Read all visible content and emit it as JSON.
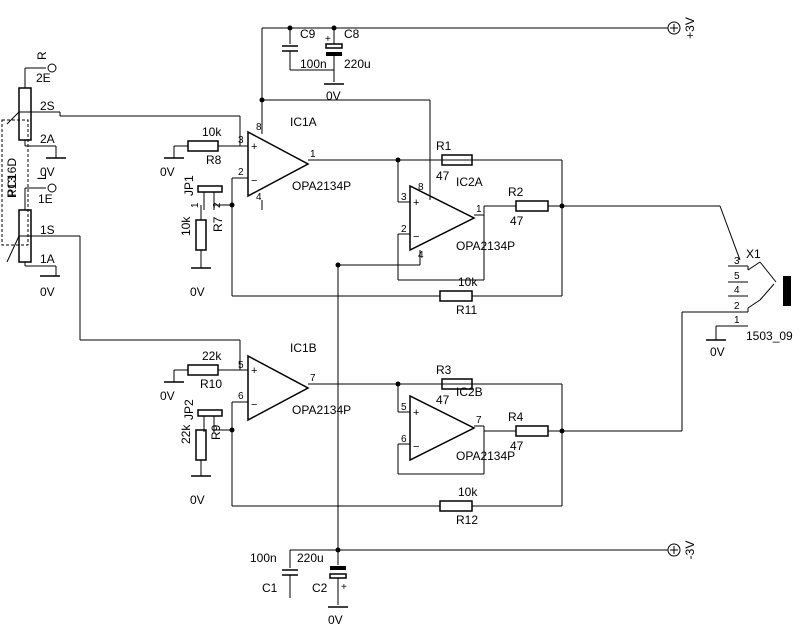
{
  "power": {
    "pos_label": "+3V",
    "neg_label": "-3V",
    "gnd_label": "0V"
  },
  "pot": {
    "ref": "R13",
    "type": "PC16D",
    "right_pins": [
      "2E",
      "2S",
      "2A"
    ],
    "right_label": "R",
    "left_pins": [
      "1E",
      "1S",
      "1A"
    ],
    "left_label": "L"
  },
  "opamps": [
    {
      "ref": "IC1A",
      "part": "OPA2134P",
      "pins": [
        "3",
        "2",
        "1",
        "8",
        "4"
      ]
    },
    {
      "ref": "IC1B",
      "part": "OPA2134P",
      "pins": [
        "5",
        "6",
        "7"
      ]
    },
    {
      "ref": "IC2A",
      "part": "OPA2134P",
      "pins": [
        "3",
        "2",
        "1",
        "8",
        "4"
      ]
    },
    {
      "ref": "IC2B",
      "part": "OPA2134P",
      "pins": [
        "5",
        "6",
        "7"
      ]
    }
  ],
  "resistors": [
    {
      "ref": "R1",
      "value": "47"
    },
    {
      "ref": "R2",
      "value": "47"
    },
    {
      "ref": "R3",
      "value": "47"
    },
    {
      "ref": "R4",
      "value": "47"
    },
    {
      "ref": "R7",
      "value": "10k"
    },
    {
      "ref": "R8",
      "value": "10k"
    },
    {
      "ref": "R9",
      "value": "22k"
    },
    {
      "ref": "R10",
      "value": "22k"
    },
    {
      "ref": "R11",
      "value": "10k"
    },
    {
      "ref": "R12",
      "value": "10k"
    }
  ],
  "capacitors": [
    {
      "ref": "C9",
      "value": "100n"
    },
    {
      "ref": "C8",
      "value": "220u"
    },
    {
      "ref": "C1",
      "value": "100n"
    },
    {
      "ref": "C2",
      "value": "220u"
    }
  ],
  "jumpers": [
    {
      "ref": "JP1"
    },
    {
      "ref": "JP2"
    }
  ],
  "connector": {
    "ref": "X1",
    "part": "1503_09",
    "pins": [
      "3",
      "5",
      "4",
      "2",
      "1"
    ]
  },
  "jumper_pins": [
    "1",
    "2"
  ]
}
